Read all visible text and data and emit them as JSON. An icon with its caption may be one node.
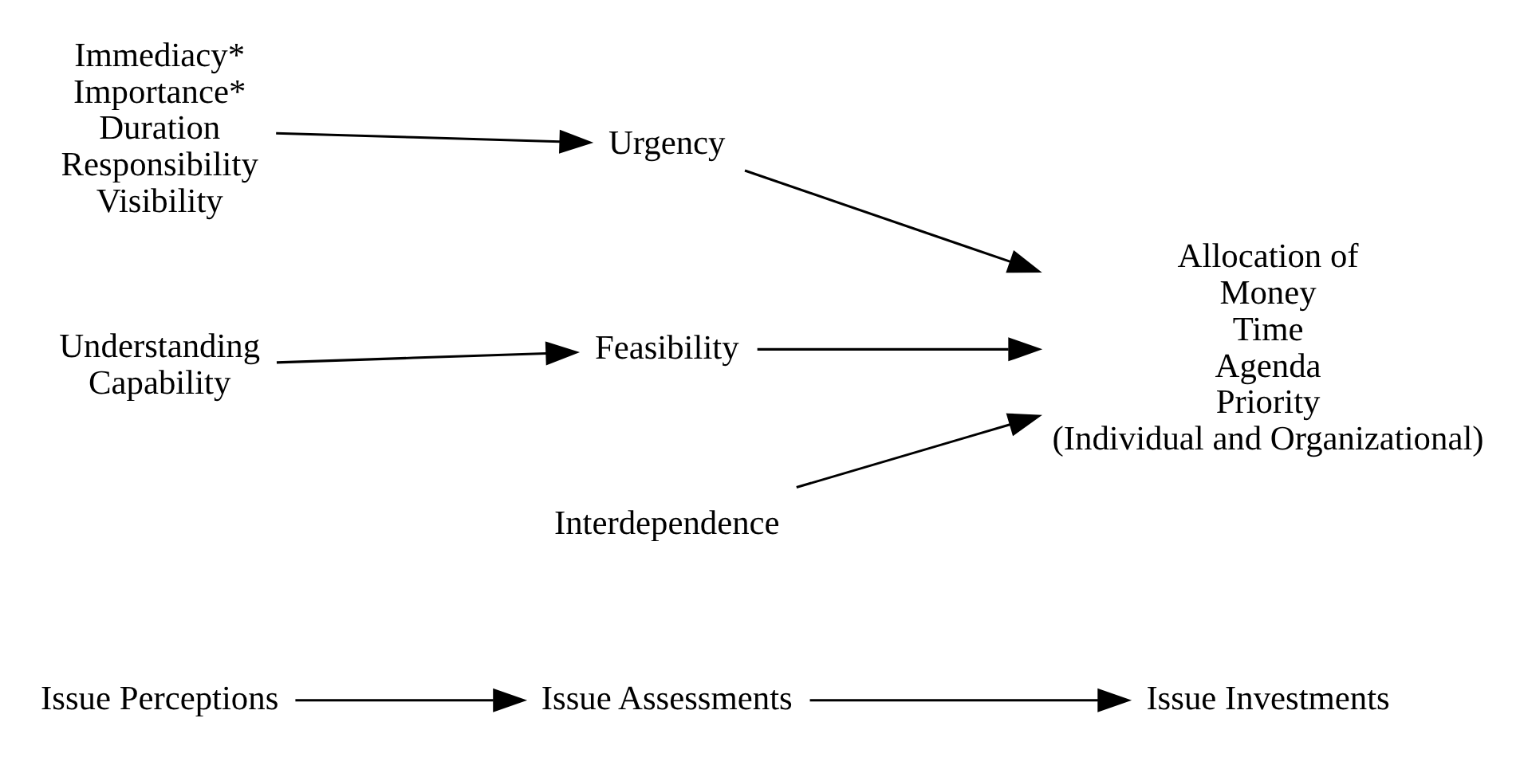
{
  "diagram": {
    "nodes": [
      {
        "text": [
          "Issue Perceptions"
        ]
      },
      {
        "text": [
          "Issue Assessments"
        ]
      },
      {
        "text": [
          "Issue Investments"
        ]
      },
      {
        "text": [
          "Immediacy*",
          "Importance*",
          "Duration",
          "Responsibility",
          "Visibility"
        ]
      },
      {
        "text": [
          "Urgency"
        ]
      },
      {
        "text": [
          "Understanding",
          "Capability"
        ]
      },
      {
        "text": [
          "Feasibility"
        ]
      },
      {
        "text": [
          "Allocation of",
          "Money",
          "Time",
          "Agenda",
          "Priority",
          "(Individual and Organizational)"
        ]
      },
      {
        "text": [
          "Interdependence"
        ]
      }
    ],
    "edges": [
      {
        "from": 0,
        "to": 1,
        "arrow": "to"
      },
      {
        "from": 1,
        "to": 2,
        "arrow": "to"
      },
      {
        "from": 3,
        "to": 4,
        "arrow": "to"
      },
      {
        "from": 4,
        "to": 7,
        "arrow": "to"
      },
      {
        "from": 5,
        "to": 6,
        "arrow": "to"
      },
      {
        "from": 6,
        "to": 7,
        "arrow": "to"
      },
      {
        "from": 8,
        "to": 7,
        "arrow": "to"
      }
    ]
  }
}
